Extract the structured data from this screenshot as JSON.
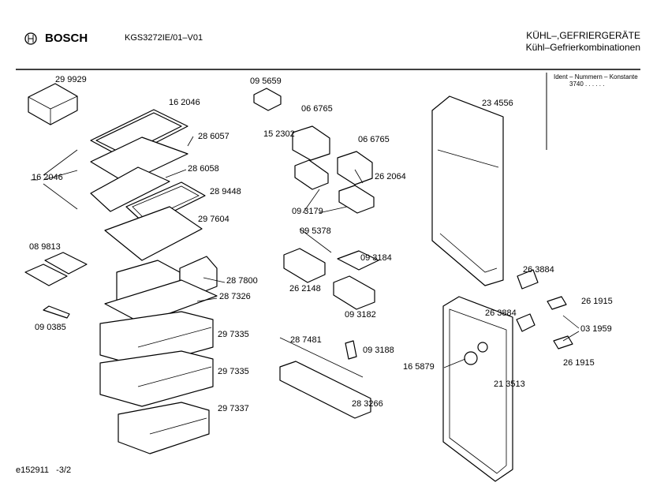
{
  "header": {
    "brand": "BOSCH",
    "model": "KGS3272IE/01–V01",
    "category": "KÜHL–,GEFRIERGERÄTE",
    "subcategory": "Kühl–Gefrierkombinationen"
  },
  "ident_box": {
    "title": "Ident – Nummern – Konstante",
    "value": "3740 . . . . . ."
  },
  "parts": [
    "29 9929",
    "16 2046",
    "28 6057",
    "28 6058",
    "16 2046",
    "28 9448",
    "29 7604",
    "08 9813",
    "28 7800",
    "28 7326",
    "09 0385",
    "29 7335",
    "29 7335",
    "29 7337",
    "09 5659",
    "06 6765",
    "15 2302",
    "06 6765",
    "26 2064",
    "09 3179",
    "09 5378",
    "09 3184",
    "26 2148",
    "09 3182",
    "28 7481",
    "09 3188",
    "16 5879",
    "28 3266",
    "23 4556",
    "26 3884",
    "26 1915",
    "26 3884",
    "03 1959",
    "26 1915",
    "21 3513"
  ],
  "footer": {
    "code": "e152911   -3/2"
  }
}
